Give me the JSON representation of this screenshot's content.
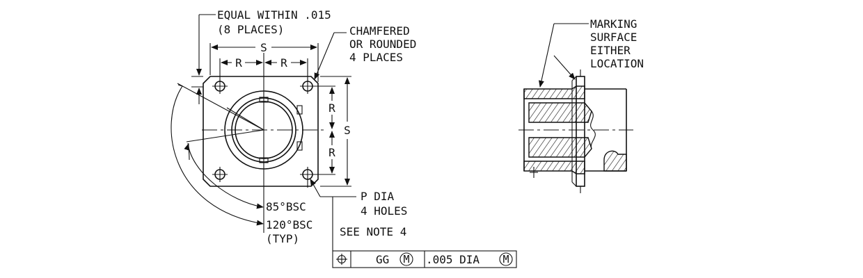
{
  "labels": {
    "equal_within": "EQUAL WITHIN .015",
    "eight_places": "(8 PLACES)",
    "chamfered": "CHAMFERED",
    "or_rounded": "OR ROUNDED",
    "four_places": "4 PLACES",
    "dim_s_top": "S",
    "dim_r_left": "R",
    "dim_r_right": "R",
    "dim_s_side": "S",
    "dim_r_upper": "R",
    "dim_r_lower": "R",
    "p_dia": "P DIA",
    "four_holes": "4 HOLES",
    "see_note": "SEE NOTE 4",
    "angle_85": "85°BSC",
    "angle_120": "120°BSC",
    "typ": "(TYP)",
    "marking": "MARKING",
    "surface": "SURFACE",
    "either": "EITHER",
    "location": "LOCATION"
  },
  "feature_control_frame": {
    "symbol": "position-symbol",
    "datum": "GG",
    "datum_modifier": "M",
    "tolerance": ".005 DIA",
    "tolerance_modifier": "M"
  }
}
